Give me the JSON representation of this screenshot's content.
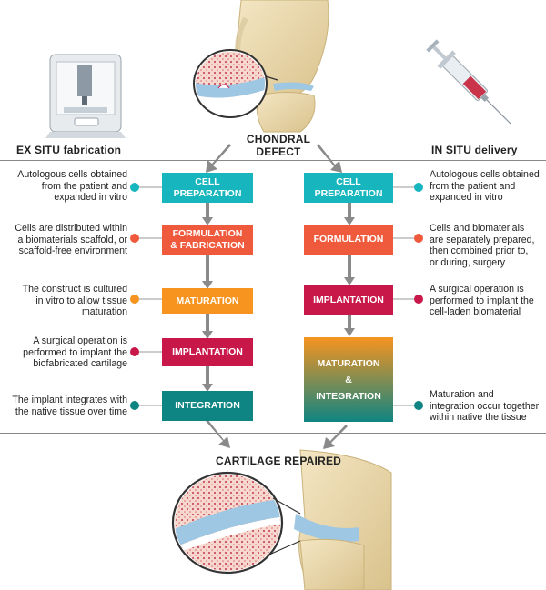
{
  "header": {
    "top_title": "CHONDRAL DEFECT",
    "bottom_title": "CARTILAGE REPAIRED",
    "ex_situ": "EX SITU fabrication",
    "in_situ": "IN SITU delivery"
  },
  "left": {
    "steps": [
      {
        "label_lines": [
          "CELL",
          "PREPARATION"
        ],
        "color": "#17b5bd",
        "desc_lines": [
          "Autologous cells obtained",
          "from the patient and",
          "expanded in vitro"
        ]
      },
      {
        "label_lines": [
          "FORMULATION",
          "& FABRICATION"
        ],
        "color": "#ef5a3c",
        "desc_lines": [
          "Cells are distributed within",
          "a biomaterials scaffold, or",
          "scaffold-free environment"
        ]
      },
      {
        "label_lines": [
          "MATURATION"
        ],
        "color": "#f6941f",
        "desc_lines": [
          "The construct is cultured",
          "in vitro to allow tissue",
          "maturation"
        ]
      },
      {
        "label_lines": [
          "IMPLANTATION"
        ],
        "color": "#c8184a",
        "desc_lines": [
          "A surgical operation is",
          "performed to implant the",
          "biofabricated cartilage"
        ]
      },
      {
        "label_lines": [
          "INTEGRATION"
        ],
        "color": "#0f8583",
        "desc_lines": [
          "The implant integrates with",
          "the native tissue over time"
        ]
      }
    ]
  },
  "right": {
    "steps": [
      {
        "label_lines": [
          "CELL",
          "PREPARATION"
        ],
        "color": "#17b5bd",
        "desc_lines": [
          "Autologous cells obtained",
          "from the patient and",
          "expanded in vitro"
        ]
      },
      {
        "label_lines": [
          "FORMULATION"
        ],
        "color": "#ef5a3c",
        "desc_lines": [
          "Cells and biomaterials",
          "are separately prepared,",
          "then combined prior to,",
          "or during, surgery"
        ]
      },
      {
        "label_lines": [
          "IMPLANTATION"
        ],
        "color": "#c8184a",
        "desc_lines": [
          "A surgical operation is",
          "performed to implant the",
          "cell-laden biomaterial"
        ]
      },
      {
        "label_lines": [
          "MATURATION",
          "&",
          "INTEGRATION"
        ],
        "color": "#0f8583",
        "color2": "#f6941f",
        "desc_lines": [
          "Maturation and",
          "integration occur together",
          "within native the tissue"
        ]
      }
    ]
  }
}
